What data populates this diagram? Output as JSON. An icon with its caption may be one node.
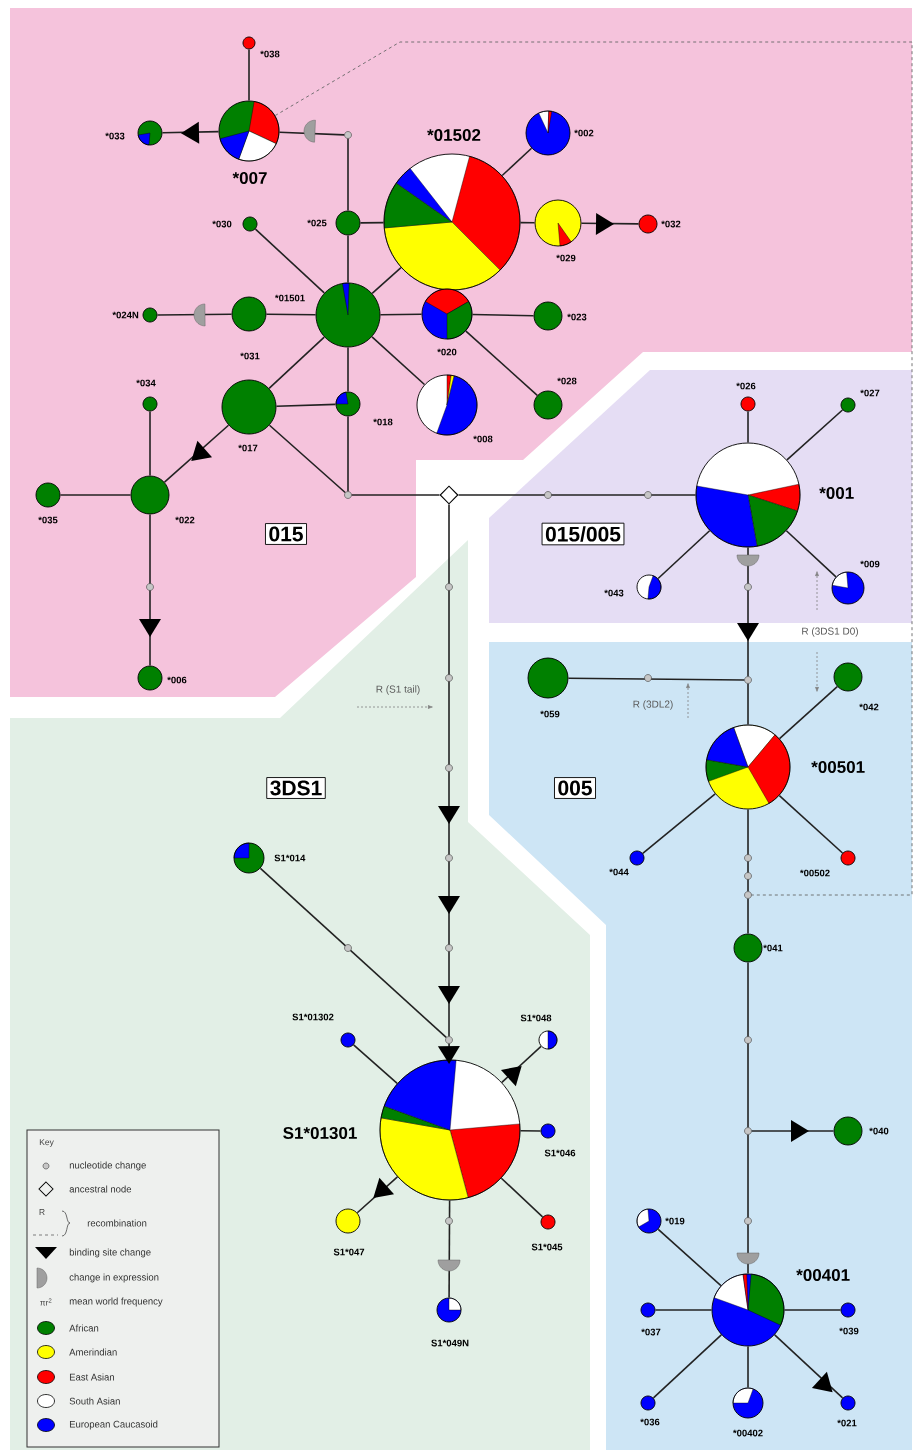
{
  "diagram": {
    "nodes": [
      {
        "text": [
          "*038"
        ]
      },
      {
        "text": [
          "*007"
        ]
      },
      {
        "text": [
          "*033"
        ]
      },
      {
        "text": [
          "*01502"
        ]
      },
      {
        "text": [
          "*002"
        ]
      },
      {
        "text": [
          "*029"
        ]
      },
      {
        "text": [
          "*032"
        ]
      },
      {
        "text": [
          "*030"
        ]
      },
      {
        "text": [
          "*025"
        ]
      },
      {
        "text": [
          "*01501"
        ]
      },
      {
        "text": [
          "*031"
        ]
      },
      {
        "text": [
          "*024N"
        ]
      },
      {
        "text": [
          "*020"
        ]
      },
      {
        "text": [
          "*023"
        ]
      },
      {
        "text": [
          "*028"
        ]
      },
      {
        "text": [
          "*008"
        ]
      },
      {
        "text": [
          "*034"
        ]
      },
      {
        "text": [
          "*017"
        ]
      },
      {
        "text": [
          "*018"
        ]
      },
      {
        "text": [
          "*035"
        ]
      },
      {
        "text": [
          "*022"
        ]
      },
      {
        "text": [
          "*006"
        ]
      },
      {
        "text": [
          "*001"
        ]
      },
      {
        "text": [
          "*026"
        ]
      },
      {
        "text": [
          "*027"
        ]
      },
      {
        "text": [
          "*043"
        ]
      },
      {
        "text": [
          "*009"
        ]
      },
      {
        "text": [
          "*059"
        ]
      },
      {
        "text": [
          "*042"
        ]
      },
      {
        "text": [
          "*00501"
        ]
      },
      {
        "text": [
          "*044"
        ]
      },
      {
        "text": [
          "*00502"
        ]
      },
      {
        "text": [
          "*041"
        ]
      },
      {
        "text": [
          "*040"
        ]
      },
      {
        "text": [
          "*019"
        ]
      },
      {
        "text": [
          "*00401"
        ]
      },
      {
        "text": [
          "*037"
        ]
      },
      {
        "text": [
          "*039"
        ]
      },
      {
        "text": [
          "*036"
        ]
      },
      {
        "text": [
          "*00402"
        ]
      },
      {
        "text": [
          "*021"
        ]
      },
      {
        "text": [
          "S1*014"
        ]
      },
      {
        "text": [
          "S1*01302"
        ]
      },
      {
        "text": [
          "S1*048"
        ]
      },
      {
        "text": [
          "S1*01301"
        ]
      },
      {
        "text": [
          "S1*046"
        ]
      },
      {
        "text": [
          "S1*047"
        ]
      },
      {
        "text": [
          "S1*045"
        ]
      },
      {
        "text": [
          "S1*049N"
        ]
      },
      {
        "text": [],
        "shape": "circle"
      },
      {
        "text": [],
        "shape": "circle"
      },
      {
        "text": [],
        "shape": "diamond"
      },
      {
        "text": [],
        "shape": "circle"
      },
      {
        "text": [],
        "shape": "circle"
      },
      {
        "text": [],
        "shape": "circle"
      },
      {
        "text": [],
        "shape": "circle"
      },
      {
        "text": [
          "015"
        ]
      },
      {
        "text": [
          "015/005"
        ]
      },
      {
        "text": [
          "3DS1"
        ]
      },
      {
        "text": [
          "005"
        ]
      }
    ],
    "edges": [
      {
        "from": 1,
        "to": 0,
        "arrow": "none"
      },
      {
        "from": 1,
        "to": 2,
        "arrow": "to"
      },
      {
        "from": 49,
        "to": 1,
        "arrow": "none"
      },
      {
        "from": 49,
        "to": 8,
        "arrow": "none"
      },
      {
        "from": 8,
        "to": 9,
        "arrow": "none"
      },
      {
        "from": 8,
        "to": 3,
        "arrow": "none"
      },
      {
        "from": 3,
        "to": 4,
        "arrow": "none"
      },
      {
        "from": 3,
        "to": 5,
        "arrow": "none"
      },
      {
        "from": 5,
        "to": 6,
        "arrow": "to"
      },
      {
        "from": 9,
        "to": 7,
        "arrow": "none"
      },
      {
        "from": 9,
        "to": 10,
        "arrow": "none"
      },
      {
        "from": 10,
        "to": 11,
        "arrow": "none"
      },
      {
        "from": 9,
        "to": 3,
        "arrow": "none"
      },
      {
        "from": 9,
        "to": 12,
        "arrow": "none"
      },
      {
        "from": 12,
        "to": 13,
        "arrow": "none"
      },
      {
        "from": 12,
        "to": 14,
        "arrow": "none"
      },
      {
        "from": 9,
        "to": 15,
        "arrow": "none"
      },
      {
        "from": 9,
        "to": 18,
        "arrow": "none"
      },
      {
        "from": 18,
        "to": 50,
        "arrow": "none"
      },
      {
        "from": 9,
        "to": 17,
        "arrow": "none"
      },
      {
        "from": 17,
        "to": 18,
        "arrow": "none"
      },
      {
        "from": 17,
        "to": 50,
        "arrow": "none"
      },
      {
        "from": 17,
        "to": 20,
        "arrow": "to"
      },
      {
        "from": 20,
        "to": 16,
        "arrow": "none"
      },
      {
        "from": 20,
        "to": 19,
        "arrow": "none"
      },
      {
        "from": 20,
        "to": 21,
        "arrow": "to"
      },
      {
        "from": 50,
        "to": 51,
        "arrow": "none"
      },
      {
        "from": 51,
        "to": 22,
        "arrow": "none"
      },
      {
        "from": 22,
        "to": 23,
        "arrow": "none"
      },
      {
        "from": 22,
        "to": 24,
        "arrow": "none"
      },
      {
        "from": 22,
        "to": 25,
        "arrow": "none"
      },
      {
        "from": 22,
        "to": 26,
        "arrow": "none"
      },
      {
        "from": 22,
        "to": 52,
        "arrow": "to"
      },
      {
        "from": 52,
        "to": 27,
        "arrow": "none"
      },
      {
        "from": 52,
        "to": 29,
        "arrow": "none"
      },
      {
        "from": 29,
        "to": 28,
        "arrow": "none"
      },
      {
        "from": 29,
        "to": 30,
        "arrow": "none"
      },
      {
        "from": 29,
        "to": 31,
        "arrow": "none"
      },
      {
        "from": 29,
        "to": 53,
        "arrow": "none"
      },
      {
        "from": 53,
        "to": 32,
        "arrow": "none"
      },
      {
        "from": 32,
        "to": 54,
        "arrow": "none"
      },
      {
        "from": 54,
        "to": 33,
        "arrow": "to"
      },
      {
        "from": 54,
        "to": 35,
        "arrow": "none"
      },
      {
        "from": 35,
        "to": 34,
        "arrow": "none"
      },
      {
        "from": 35,
        "to": 36,
        "arrow": "none"
      },
      {
        "from": 35,
        "to": 37,
        "arrow": "none"
      },
      {
        "from": 35,
        "to": 38,
        "arrow": "none"
      },
      {
        "from": 35,
        "to": 39,
        "arrow": "none"
      },
      {
        "from": 35,
        "to": 40,
        "arrow": "to"
      },
      {
        "from": 51,
        "to": 55,
        "arrow": "to"
      },
      {
        "from": 41,
        "to": 55,
        "arrow": "none"
      },
      {
        "from": 55,
        "to": 44,
        "arrow": "to"
      },
      {
        "from": 44,
        "to": 42,
        "arrow": "none"
      },
      {
        "from": 44,
        "to": 43,
        "arrow": "to"
      },
      {
        "from": 44,
        "to": 45,
        "arrow": "none"
      },
      {
        "from": 44,
        "to": 46,
        "arrow": "to"
      },
      {
        "from": 44,
        "to": 47,
        "arrow": "none"
      },
      {
        "from": 44,
        "to": 48,
        "arrow": "none"
      },
      {
        "from": 1,
        "to": 53,
        "arrow": "none",
        "style": "dashed",
        "color": "#666666"
      }
    ],
    "labels": [
      "R (3DS1 D0)",
      "R (3DL2)",
      "R (S1 tail)",
      "Key",
      "R",
      "πr$^{2}$"
    ],
    "legend": [
      {
        "text": "nucleotide change"
      },
      {
        "text": "ancestral node"
      },
      {
        "text": "recombination"
      },
      {
        "text": "binding site change"
      },
      {
        "text": "change in expression"
      },
      {
        "text": "mean world frequency"
      },
      {
        "text": "African",
        "color": "#008000"
      },
      {
        "text": "Amerindian",
        "color": "#ffff00"
      },
      {
        "text": "East Asian",
        "color": "#ff0000"
      },
      {
        "text": "South Asian",
        "color": "#ffffff"
      },
      {
        "text": "European Caucasoid",
        "color": "#0000ff"
      }
    ]
  }
}
